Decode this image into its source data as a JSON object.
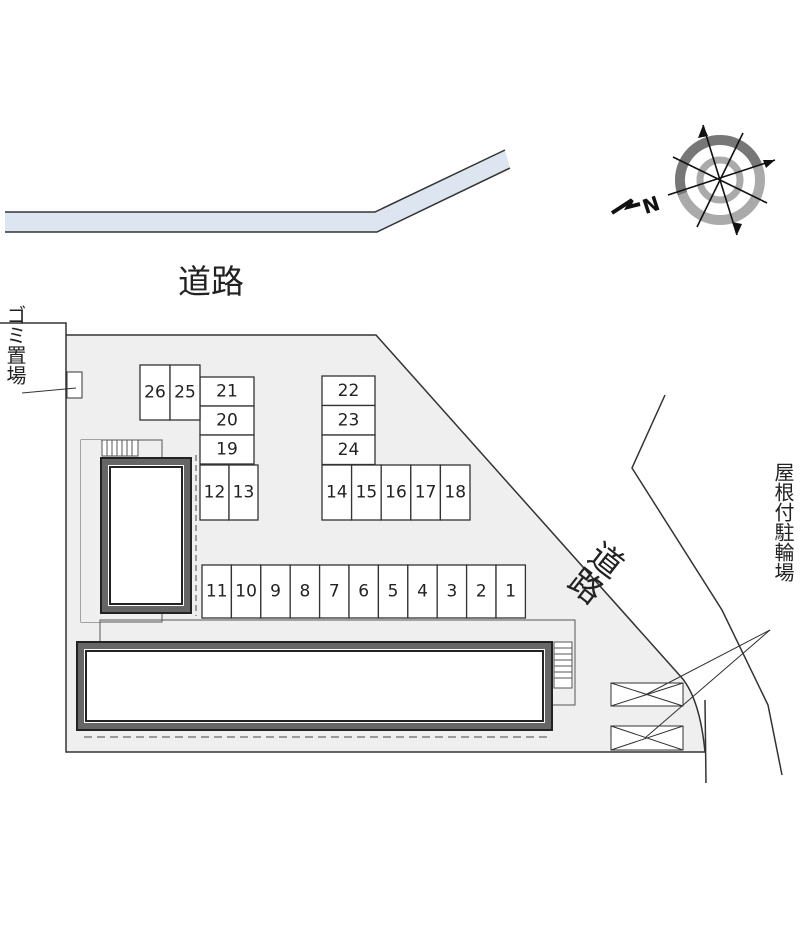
{
  "labels": {
    "road_top": "道路",
    "road_right": "道路",
    "garbage": "ゴミ置場",
    "bike_parking": "屋根付駐輪場",
    "north": "N"
  },
  "parking": {
    "row_bottom": [
      "11",
      "10",
      "9",
      "8",
      "7",
      "6",
      "5",
      "4",
      "3",
      "2",
      "1"
    ],
    "row_middle": [
      "14",
      "15",
      "16",
      "17",
      "18"
    ],
    "col_right": [
      "22",
      "23",
      "24"
    ],
    "col_left": [
      "21",
      "20",
      "19"
    ],
    "pair_mid": [
      "12",
      "13"
    ],
    "pair_top": [
      "26",
      "25"
    ]
  },
  "colors": {
    "site": "#efefef",
    "road": "#dde6f0",
    "building": "#555555"
  }
}
